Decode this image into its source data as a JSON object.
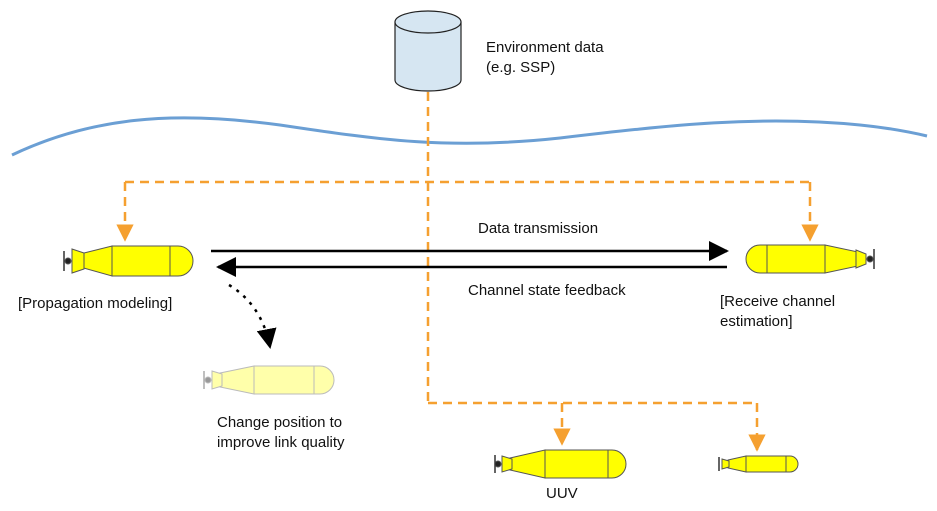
{
  "labels": {
    "environment": "Environment data\n(e.g. SSP)",
    "data_tx": "Data transmission",
    "feedback": "Channel state feedback",
    "propagation": "[Propagation modeling]",
    "receive": "[Receive channel\nestimation]",
    "change_position": "Change position to\nimprove link quality",
    "uuv": "UUV"
  },
  "colors": {
    "water": "#6b9fd4",
    "dashed_link": "#f5a030",
    "vehicle_body": "#ffff00",
    "vehicle_faded": "#ffffaa",
    "database": "#d6e6f2",
    "arrow": "#000000"
  }
}
